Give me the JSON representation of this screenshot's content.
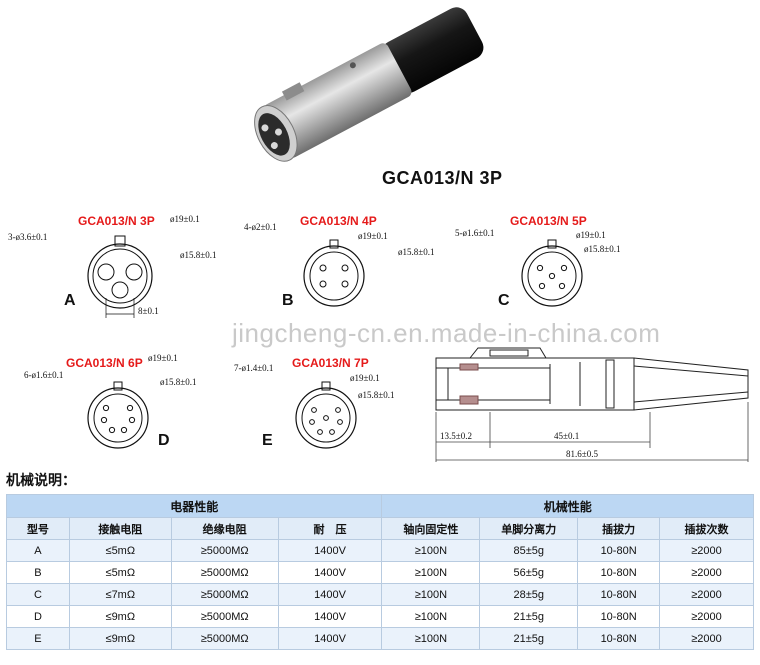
{
  "product_title": "GCA013/N 3P",
  "watermark": "jingcheng-cn.en.made-in-china.com",
  "drawings": {
    "A": {
      "model": "GCA013/N 3P",
      "letter": "A",
      "pin_spec": "3-ø3.6±0.1",
      "outer_dia": "ø19±0.1",
      "inner_dia": "ø15.8±0.1",
      "spacing": "8±0.1"
    },
    "B": {
      "model": "GCA013/N 4P",
      "letter": "B",
      "pin_spec": "4-ø2±0.1",
      "outer_dia": "ø19±0.1",
      "inner_dia": "ø15.8±0.1"
    },
    "C": {
      "model": "GCA013/N 5P",
      "letter": "C",
      "pin_spec": "5-ø1.6±0.1",
      "outer_dia": "ø19±0.1",
      "inner_dia": "ø15.8±0.1"
    },
    "D": {
      "model": "GCA013/N 6P",
      "letter": "D",
      "pin_spec": "6-ø1.6±0.1",
      "outer_dia": "ø19±0.1",
      "inner_dia": "ø15.8±0.1"
    },
    "E": {
      "model": "GCA013/N 7P",
      "letter": "E",
      "pin_spec": "7-ø1.4±0.1",
      "outer_dia": "ø19±0.1",
      "inner_dia": "ø15.8±0.1"
    }
  },
  "side_view": {
    "dim1": "13.5±0.2",
    "dim2": "45±0.1",
    "dim3": "81.6±0.5"
  },
  "section_title": "机械说明：",
  "table": {
    "group_headers": [
      "电器性能",
      "机械性能"
    ],
    "columns": [
      "型号",
      "接触电阻",
      "绝缘电阻",
      "耐　压",
      "轴向固定性",
      "单脚分离力",
      "插拔力",
      "插拔次数"
    ],
    "rows": [
      [
        "A",
        "≤5mΩ",
        "≥5000MΩ",
        "1400V",
        "≥100N",
        "85±5g",
        "10-80N",
        "≥2000"
      ],
      [
        "B",
        "≤5mΩ",
        "≥5000MΩ",
        "1400V",
        "≥100N",
        "56±5g",
        "10-80N",
        "≥2000"
      ],
      [
        "C",
        "≤7mΩ",
        "≥5000MΩ",
        "1400V",
        "≥100N",
        "28±5g",
        "10-80N",
        "≥2000"
      ],
      [
        "D",
        "≤9mΩ",
        "≥5000MΩ",
        "1400V",
        "≥100N",
        "21±5g",
        "10-80N",
        "≥2000"
      ],
      [
        "E",
        "≤9mΩ",
        "≥5000MΩ",
        "1400V",
        "≥100N",
        "21±5g",
        "10-80N",
        "≥2000"
      ]
    ]
  }
}
